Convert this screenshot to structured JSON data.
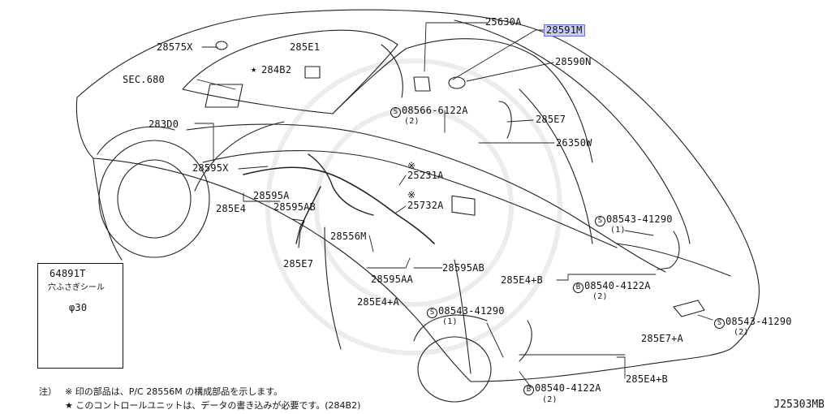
{
  "diagram": {
    "reference_code": "J25303MB",
    "parts": {
      "p28575X": "28575X",
      "p285E1": "285E1",
      "p284B2": "284B2",
      "star_mark": "★",
      "secref": "SEC.680",
      "p283D0": "283D0",
      "p28595X": "28595X",
      "p28595A": "28595A",
      "p285E4": "285E4",
      "p28595AB_left": "28595AB",
      "p285E7_left": "285E7",
      "p25630A": "25630A",
      "p28591M": "28591M",
      "p28590N": "28590N",
      "bolt_08566": "08566-6122A",
      "qty_08566": "(2)",
      "p285E7_right": "285E7",
      "p26350W": "26350W",
      "p25231A": "25231A",
      "p25732A": "25732A",
      "ref_mark": "※",
      "p28556M": "28556M",
      "p28595AB_mid": "28595AB",
      "p28595AA": "28595AA",
      "p285E4A": "285E4+A",
      "bolt_08543_a": "08543-41290",
      "qty_08543_a": "(1)",
      "p285E4B_upper": "285E4+B",
      "bolt_08540_a": "08540-4122A",
      "qty_08540_a": "(2)",
      "bolt_08543_b": "08543-41290",
      "qty_08543_b": "(1)",
      "p285E7A": "285E7+A",
      "bolt_08543_c": "08543-41290",
      "qty_08543_c": "(2)",
      "bolt_08540_b": "08540-4122A",
      "qty_08540_b": "(2)",
      "p285E4B_lower": "285E4+B",
      "sym_S": "S",
      "sym_B": "B"
    },
    "seal_box": {
      "part": "64891T",
      "desc": "穴ふさぎシール",
      "dim": "φ30"
    },
    "notes": {
      "prefix": "注）",
      "line1": "※ 印の部品は、P/C 28556M の構成部品を示します。",
      "line2": "★ このコントロールユニットは、データの書き込みが必要です。(284B2)"
    }
  }
}
